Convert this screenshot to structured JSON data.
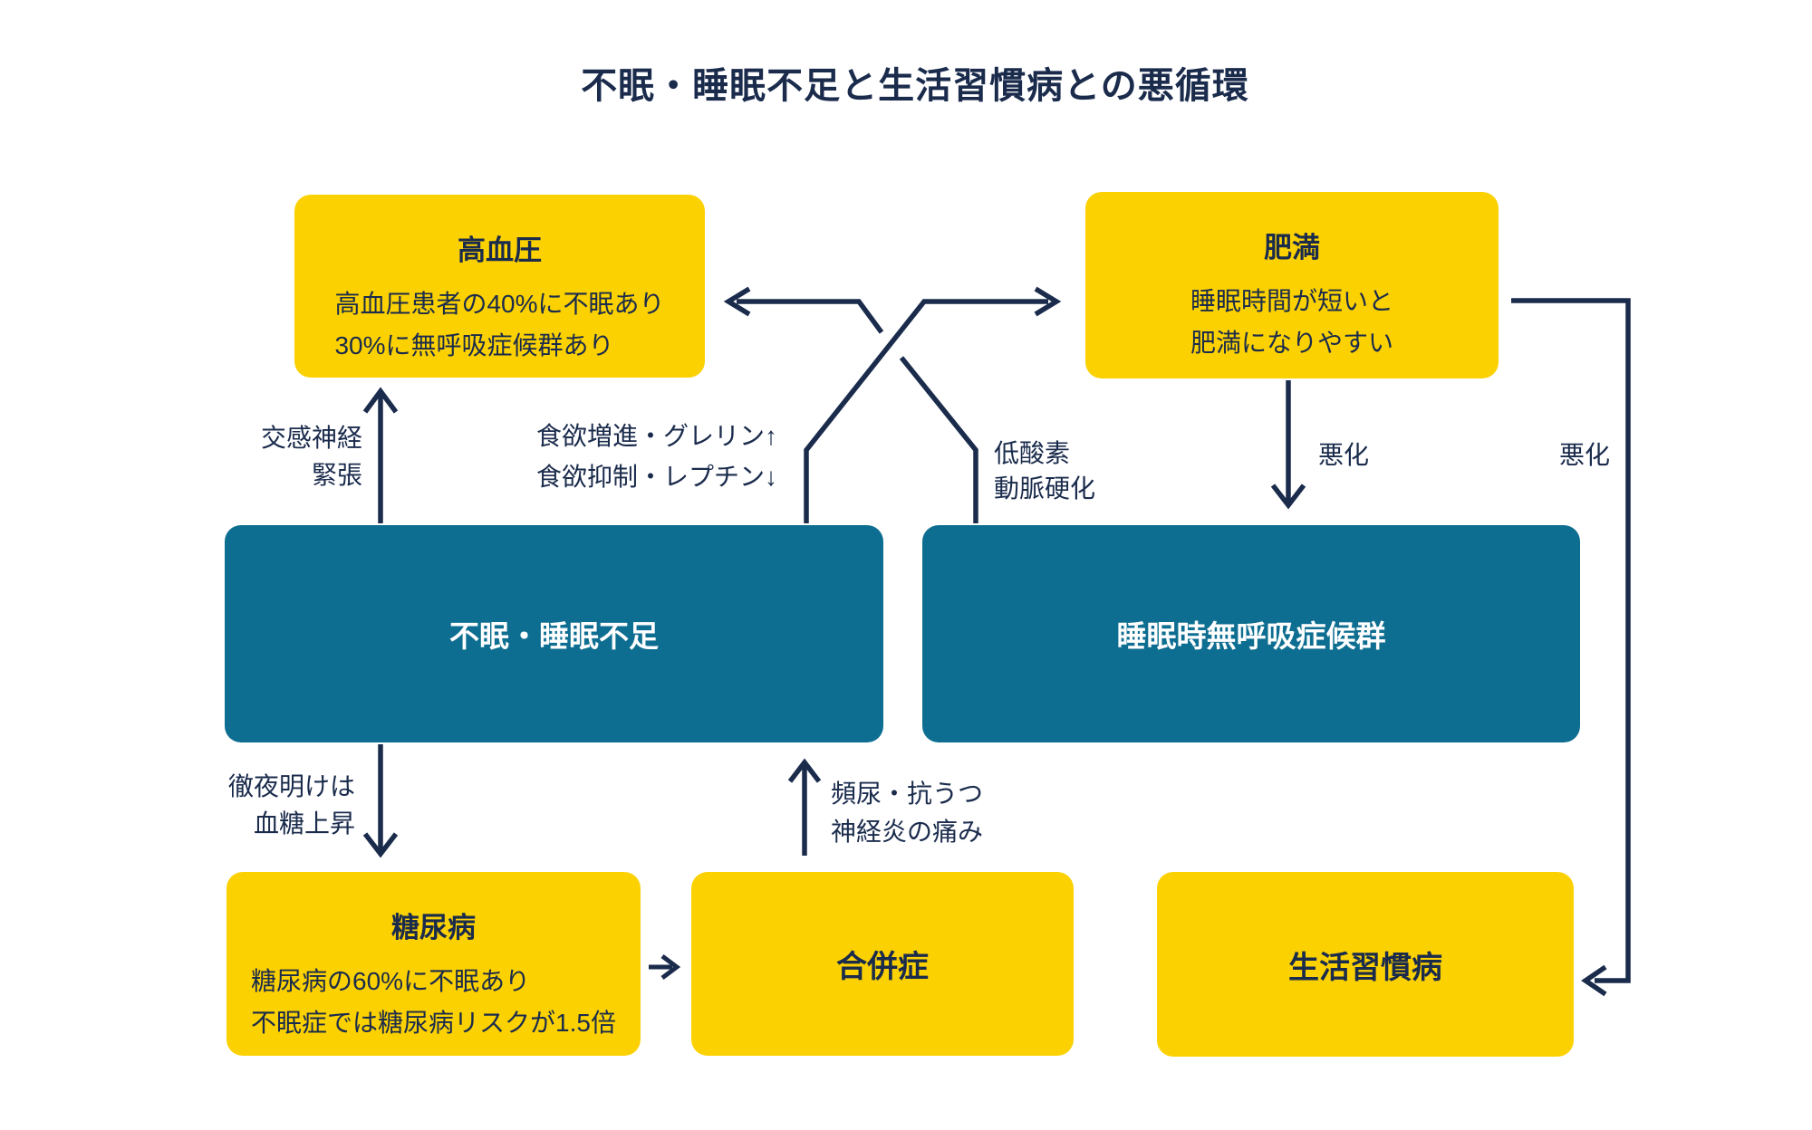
{
  "title": "不眠・睡眠不足と生活習慣病との悪循環",
  "colors": {
    "background": "#ffffff",
    "yellow": "#fcd102",
    "teal": "#0e6e91",
    "navy": "#1a2b4c"
  },
  "boxes": {
    "hypertension": {
      "title": "高血圧",
      "lines": [
        "高血圧患者の40%に不眠あり",
        "30%に無呼吸症候群あり"
      ]
    },
    "obesity": {
      "title": "肥満",
      "lines": [
        "睡眠時間が短いと",
        "肥満になりやすい"
      ]
    },
    "insomnia": {
      "title": "不眠・睡眠不足"
    },
    "apnea": {
      "title": "睡眠時無呼吸症候群"
    },
    "diabetes": {
      "title": "糖尿病",
      "lines": [
        "糖尿病の60%に不眠あり",
        "不眠症では糖尿病リスクが1.5倍"
      ]
    },
    "complications": {
      "title": "合併症"
    },
    "lifestyle": {
      "title": "生活習慣病"
    }
  },
  "labels": {
    "sympathetic": {
      "line1": "交感神経",
      "line2": "緊張"
    },
    "appetite": {
      "line1": "食欲増進・グレリン↑",
      "line2": "食欲抑制・レプチン↓"
    },
    "hypoxia": {
      "line1": "低酸素",
      "line2": "動脈硬化"
    },
    "worsening_to_apnea": "悪化",
    "worsening_to_lifestyle": "悪化",
    "overnight": {
      "line1": "徹夜明けは",
      "line2": "血糖上昇"
    },
    "complication_symptoms": {
      "line1": "頻尿・抗うつ",
      "line2": "神経炎の痛み"
    }
  }
}
